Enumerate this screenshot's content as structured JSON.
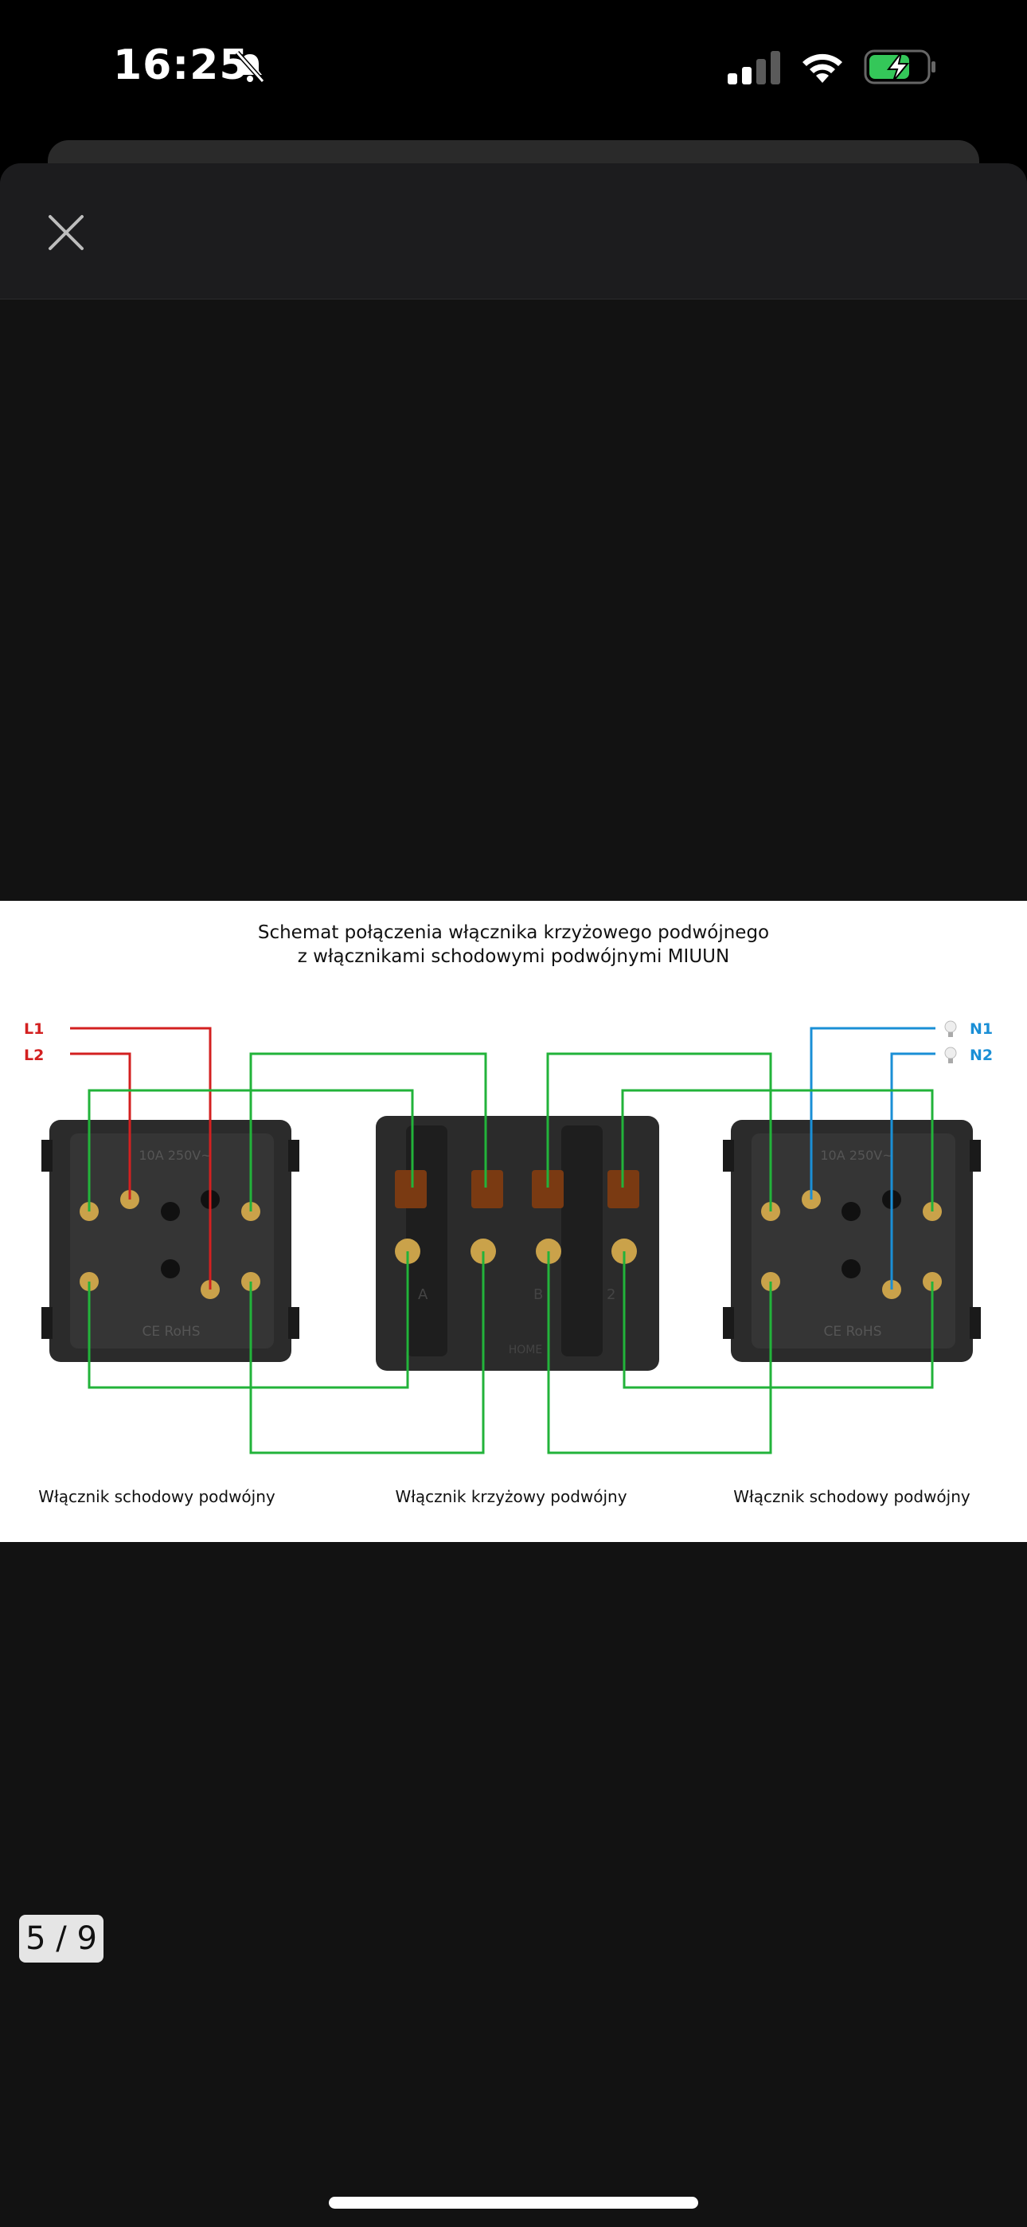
{
  "status_bar": {
    "time": "16:25",
    "icons": [
      "bell-slash-icon",
      "cellular-signal-icon",
      "wifi-icon",
      "battery-charging-icon"
    ],
    "battery_color": "#34c759"
  },
  "header": {
    "close_icon": "close-icon"
  },
  "image": {
    "title_line1": "Schemat połączenia włącznika krzyżowego podwójnego",
    "title_line2": "z włącznikami schodowymi podwójnymi MIUUN",
    "left_labels": {
      "l1": "L1",
      "l2": "L2"
    },
    "right_labels": {
      "n1": "N1",
      "n2": "N2"
    },
    "captions": {
      "left": "Włącznik schodowy podwójny",
      "center": "Włącznik krzyżowy podwójny",
      "right": "Włącznik schodowy podwójny"
    },
    "switch_markings": {
      "rating": "10A 250V~",
      "cert": "CE RoHS",
      "cross_terminal_left": "A",
      "cross_terminal_right": "2",
      "cross_center": "B",
      "cross_bottom": "HOME"
    },
    "wire_colors": {
      "live": "#d32020",
      "neutral": "#1a8fd6",
      "link": "#22b33a"
    }
  },
  "pager": {
    "label": "5 / 9"
  }
}
